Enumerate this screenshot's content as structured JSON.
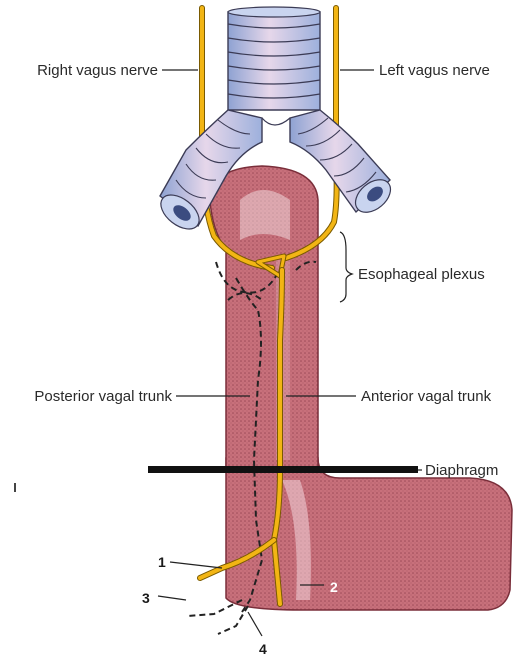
{
  "labels": {
    "right_vagus": "Right vagus nerve",
    "left_vagus": "Left vagus nerve",
    "esophageal_plexus": "Esophageal plexus",
    "posterior_trunk": "Posterior vagal trunk",
    "anterior_trunk": "Anterior vagal trunk",
    "diaphragm": "Diaphragm"
  },
  "callouts": {
    "one": "1",
    "two": "2",
    "three": "3",
    "four": "4"
  },
  "colors": {
    "nerve": "#f2b514",
    "nerve_outline": "#7a5a00",
    "esophagus": "#c9707c",
    "stomach": "#c36b78",
    "trachea_blue": "#a9b8dc",
    "trachea_pink": "#e9c8dc",
    "diaphragm": "#111111"
  }
}
